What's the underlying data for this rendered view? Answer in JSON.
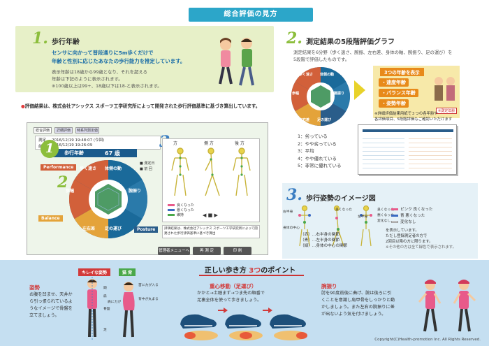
{
  "banner": {
    "title": "総合評価の見方"
  },
  "section1": {
    "num": "1.",
    "title": "歩行年齢",
    "lead1": "センサに向かって普段通りに5m歩くだけで",
    "lead2": "年齢と性別に応じたあなたの歩行能力を推定しています。",
    "sub1": "表示年齢は18歳から99歳となり、それを超える",
    "sub2": "年齢は下記のように表示されます。",
    "sub3": "※100歳以上は99+、18歳以下は18-と表示されます。"
  },
  "note": {
    "dot": "●",
    "text": "評価結果は、株式会社アシックス スポーツ工学研究所によって開発された歩行評価基準に基づき算出しています。"
  },
  "screen": {
    "tabs": [
      "総合評価",
      "詳細評価",
      "時系列測定値"
    ],
    "date_label1": "測定",
    "date1": "2016/12/19  19:48:07 (今回)",
    "date_label2": "前回",
    "date2": "2016/12/19  19:26:09",
    "age_label": "歩行年齢",
    "age_value": "67 歳",
    "legend_now": "測定日",
    "legend_prev": "前 回",
    "performance": "Performance",
    "balance": "Balance",
    "posture": "Posture",
    "segments": [
      "歩く速さ",
      "体側の動",
      "腕振り",
      "足の運び",
      "左右差",
      "歩幅"
    ],
    "views": [
      "方",
      "側 方",
      "後 方"
    ],
    "legend_good": "良くなった",
    "legend_bad": "悪くなった",
    "legend_keep": "維持",
    "caption": "評価結果は、株式会社アシックス スポーツ工学研究所によって開発された歩行評価基準に基づき算出",
    "buttons": [
      "管理者メニューへ",
      "再 測 定",
      "印 刷"
    ],
    "num1": "1",
    "num2": "2",
    "num3": "3"
  },
  "section2": {
    "num": "2.",
    "title": "測定結果の5段階評価グラフ",
    "desc1": "測定結果を6分野（歩く速さ、腕振、左右差、身体の軸、腕振り、足の運び）を",
    "desc2": "5段階で評価したものです。",
    "wheel": [
      "歩く速さ",
      "体側の動",
      "腕振り",
      "足の運び",
      "左右差",
      "歩幅"
    ],
    "scale": [
      "1：劣っている",
      "2：やや劣っている",
      "3：平均",
      "4：やや優れている",
      "5：非常に優れている"
    ],
    "box_title": "3つの年齢を表示",
    "ages": [
      "・速度年齢",
      "・バランス年齢",
      "・姿勢年齢"
    ],
    "tag": "※測定年齢",
    "report1": "※詳細評価結果用紙で３つの各年齢や",
    "report2": "各評価項目、5段階評価もご確認いただけます"
  },
  "section3": {
    "num": "3.",
    "title": "歩行姿勢のイメージ図",
    "labels": [
      "右半身",
      "良くなった",
      "左半身",
      "身体の中心",
      "良くなった",
      "悪くなった",
      "変化なし"
    ],
    "legend": [
      "ピンク 良くなった",
      "青 悪くなった",
      "変化なし"
    ],
    "lines": [
      "（赤）…右半身の関節",
      "（青）…左半身の関節",
      "（緑）…身体の中心の関節"
    ],
    "note1": "を表示しています。",
    "note2": "ただし登録測定者の方で",
    "note3": "2回目以降の方に限ります。",
    "note4": "※その他の方は全て緑色で表示されます。"
  },
  "bottom": {
    "title_pre": "正しい歩き方 ",
    "title_num": "3つ",
    "title_post": "のポイント",
    "p1_title": "姿勢",
    "p1_text1": "お腹を凹ませ、天井か",
    "p1_text2": "ら引っ張られているよ",
    "p1_text3": "うなイメージで骨盤を",
    "p1_text4": "立てましょう。",
    "tag_good": "キレイな姿勢",
    "tag_bad": "猫 背",
    "bad_labels": [
      "肩に力が",
      "背中が丸まる",
      "首に力が入る"
    ],
    "good_labels": [
      "頭",
      "肩",
      "骨盤",
      "足"
    ],
    "p2_title": "重心移動（足運び）",
    "p2_text1": "かかと→土踏まず→つま先の順番で",
    "p2_text2": "足裏全体を使って歩きましょう。",
    "p3_title": "腕振り",
    "p3_text1": "肘を90度前後に曲げ、腕は後ろに引",
    "p3_text2": "くことを意識し肩甲骨をしっかりと動",
    "p3_text3": "かしましょう。また左右の腕振りに差",
    "p3_text4": "が出ないよう気を付けましょう。"
  },
  "copyright": "Copyright(C)Health-promotion Inc. All Rights Reserved.",
  "colors": {
    "accent": "#2ca6c9",
    "green": "#8cbe3c",
    "red": "#d23a3a",
    "orange": "#e88a1a",
    "navy": "#1d4f7a"
  }
}
